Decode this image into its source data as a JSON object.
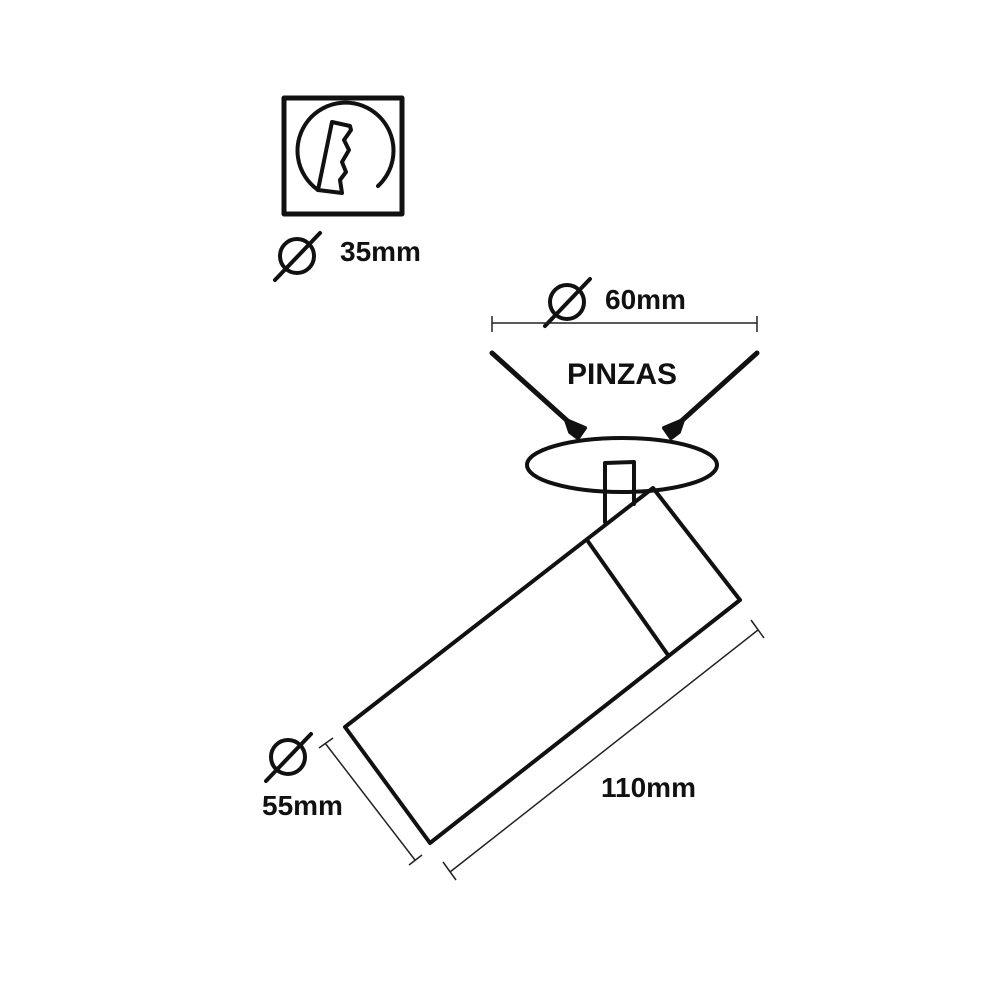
{
  "labels": {
    "hole_diameter": "35mm",
    "ring_diameter": "60mm",
    "clips": "PINZAS",
    "body_diameter": "55mm",
    "body_length": "110mm"
  },
  "icons": [
    "cutout-drill-icon",
    "diameter-symbol"
  ],
  "colors": {
    "stroke": "#111111",
    "background": "#ffffff"
  }
}
